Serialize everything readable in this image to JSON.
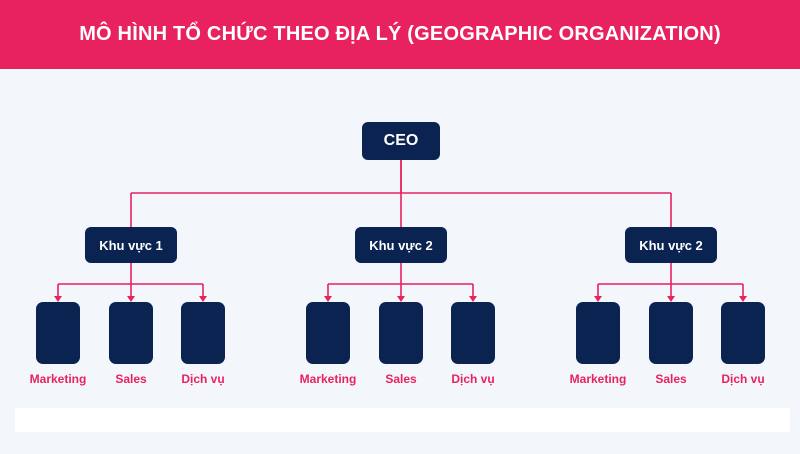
{
  "header": {
    "title": "MÔ HÌNH TỔ CHỨC THEO ĐỊA LÝ (GEOGRAPHIC ORGANIZATION)"
  },
  "ceo": {
    "label": "CEO"
  },
  "regions": [
    {
      "label": "Khu vực 1",
      "departments": [
        "Marketing",
        "Sales",
        "Dịch vụ"
      ]
    },
    {
      "label": "Khu vực 2",
      "departments": [
        "Marketing",
        "Sales",
        "Dịch vụ"
      ]
    },
    {
      "label": "Khu vực 2",
      "departments": [
        "Marketing",
        "Sales",
        "Dịch vụ"
      ]
    }
  ],
  "colors": {
    "accent": "#e8225f",
    "node": "#0b2350",
    "background": "#f3f6fb"
  }
}
